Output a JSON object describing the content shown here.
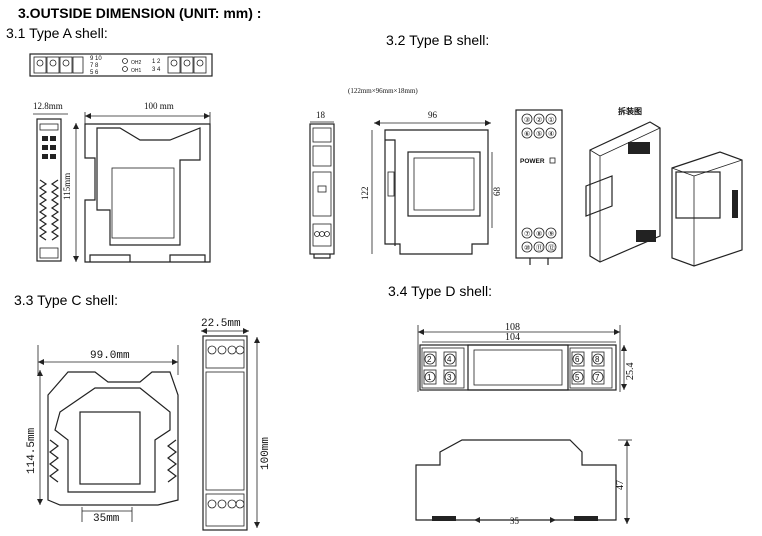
{
  "heading": "3.OUTSIDE DIMENSION (UNIT: mm) :",
  "sections": {
    "a": {
      "title": "3.1 Type A shell:",
      "dim_width": "12.8mm",
      "dim_length": "100 mm",
      "dim_height": "115mm",
      "terminals_left": [
        "9 10",
        "7 8",
        "5 6"
      ],
      "terminals_right": [
        "1 2",
        "3 4"
      ],
      "label_o1": "OH2",
      "label_o2": "OH1"
    },
    "b": {
      "title": "3.2 Type B shell:",
      "spec": "(122mm×96mm×18mm)",
      "dim_width": "18",
      "dim_length": "96",
      "dim_height": "122",
      "dim_inner": "68",
      "top_terminals": [
        "③",
        "②",
        "①",
        "⑥",
        "⑤",
        "④"
      ],
      "power_label": "POWER",
      "bottom_terminals": [
        "⑦",
        "⑧",
        "⑨",
        "⑩",
        "⑪",
        "⑫"
      ],
      "assembly_label": "拆装图"
    },
    "c": {
      "title": "3.3 Type C shell:",
      "dim_length": "99.0mm",
      "dim_height": "114.5mm",
      "dim_width": "22.5mm",
      "dim_side_height": "100mm",
      "dim_base": "35mm"
    },
    "d": {
      "title": "3.4 Type D shell:",
      "dim_outer": "108",
      "dim_inner": "104",
      "dim_depth": "25.4",
      "dim_height": "47",
      "dim_rail": "35",
      "left_terminals": [
        "2",
        "4",
        "1",
        "3"
      ],
      "right_terminals": [
        "6",
        "8",
        "5",
        "7"
      ]
    }
  }
}
